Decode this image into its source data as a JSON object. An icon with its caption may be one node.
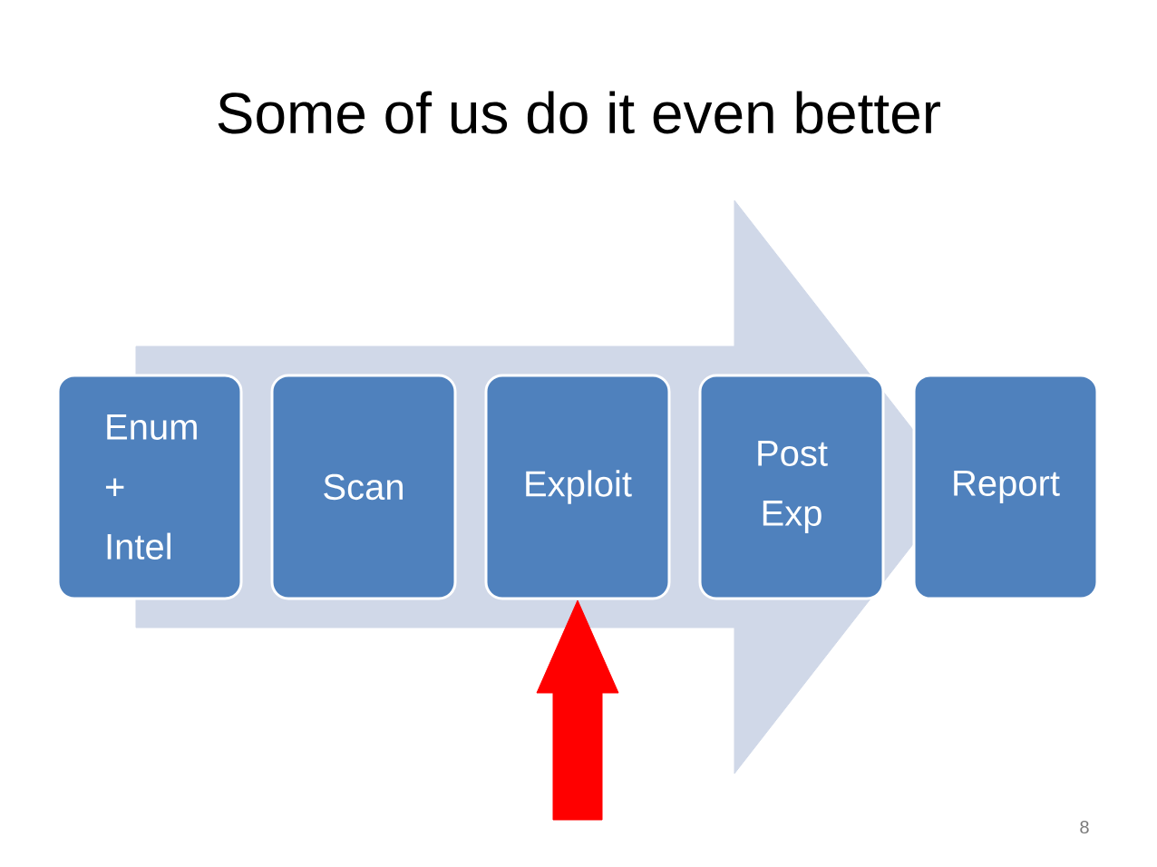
{
  "diagram": {
    "title": "Some of us do it even better",
    "nodes": [
      {
        "text": [
          "Enum + Intel"
        ]
      },
      {
        "text": [
          "Scan"
        ]
      },
      {
        "text": [
          "Exploit"
        ]
      },
      {
        "text": [
          "Post Exp"
        ]
      },
      {
        "text": [
          "Report"
        ]
      }
    ],
    "edges": [
      {
        "from": 0,
        "to": 4,
        "arrow": "to",
        "style": "thick",
        "color": "#d0d8e8"
      },
      {
        "from": null,
        "to": 2,
        "arrow": "to",
        "style": "thick",
        "color": "#ff0000"
      }
    ],
    "labels": [
      "8"
    ]
  }
}
